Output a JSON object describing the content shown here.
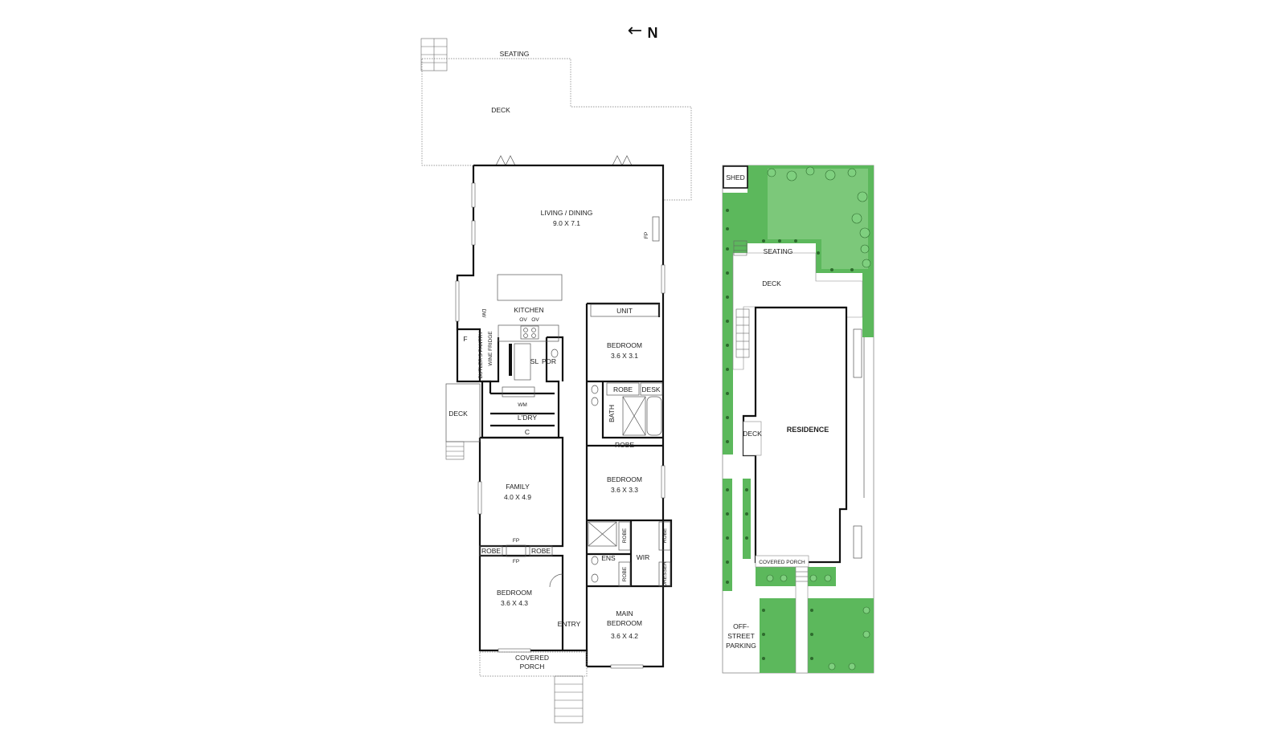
{
  "compass": {
    "arrow": "←",
    "label": "N"
  },
  "floor_plan": {
    "seating": "SEATING",
    "deck_top": "DECK",
    "living_dining": {
      "name": "LIVING / DINING",
      "size": "9.0 X 7.1"
    },
    "fp": "FP",
    "kitchen": "KITCHEN",
    "ov1": "OV",
    "ov2": "OV",
    "dw": "DW",
    "butlers_pantry": "BUTLER'S PANTRY",
    "wine_fridge": "WINE FRIDGE",
    "f": "F",
    "sl": "SL",
    "pdr": "PDR",
    "wm": "WM",
    "ldry": "L'DRY",
    "c": "C",
    "deck_side": "DECK",
    "unit": "UNIT",
    "bedroom1": {
      "name": "BEDROOM",
      "size": "3.6 X 3.1"
    },
    "robe_desk_robe": "ROBE",
    "desk": "DESK",
    "bath": "BATH",
    "robe_hall": "ROBE",
    "bedroom2": {
      "name": "BEDROOM",
      "size": "3.6 X 3.3"
    },
    "family": {
      "name": "FAMILY",
      "size": "4.0 X 4.9"
    },
    "fp_top": "FP",
    "fp_bottom": "FP",
    "robe_left": "ROBE",
    "robe_right": "ROBE",
    "bedroom3": {
      "name": "BEDROOM",
      "size": "3.6 X 4.3"
    },
    "ens": "ENS",
    "wir": "WIR",
    "robe_ens_top": "ROBE",
    "robe_ens_bottom": "ROBE",
    "robe_wir": "ROBE",
    "dresser": "DRESSER",
    "main_bedroom": {
      "line1": "MAIN",
      "line2": "BEDROOM",
      "size": "3.6 X 4.2"
    },
    "entry": "ENTRY",
    "covered_porch": {
      "line1": "COVERED",
      "line2": "PORCH"
    }
  },
  "site_plan": {
    "shed": "SHED",
    "seating": "SEATING",
    "deck": "DECK",
    "residence": "RESIDENCE",
    "deck_side": "DECK",
    "covered_porch": "COVERED PORCH",
    "parking": {
      "line1": "OFF-",
      "line2": "STREET",
      "line3": "PARKING"
    }
  },
  "colors": {
    "grass": "#5cb85c",
    "tree": "#7fd07f",
    "wall": "#111111"
  }
}
